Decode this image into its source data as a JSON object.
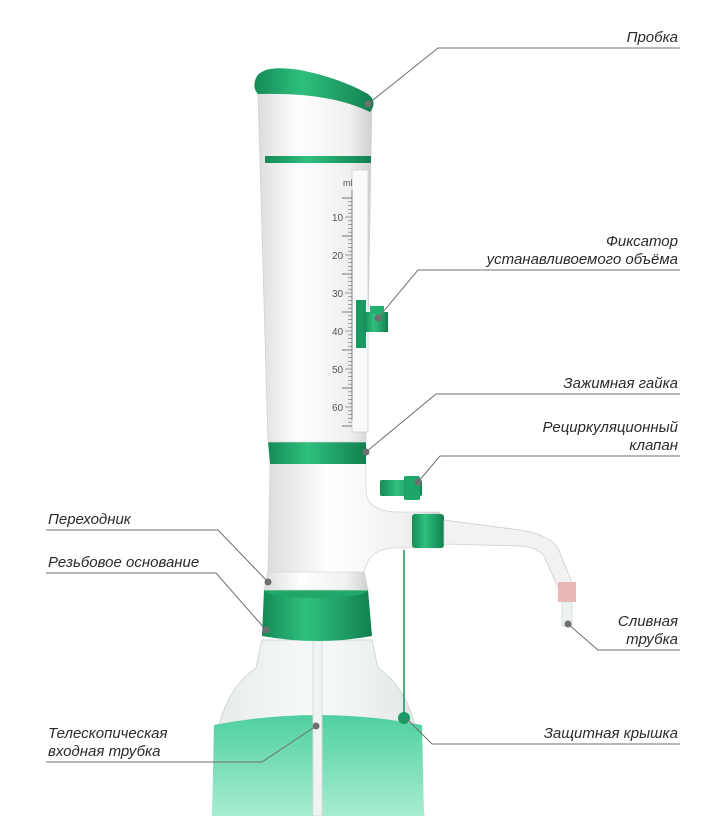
{
  "labels": {
    "probka": "Пробка",
    "fiksator_1": "Фиксатор",
    "fiksator_2": "устанавливоемого объёма",
    "gaika": "Зажимная гайка",
    "klapan_1": "Рециркуляционный",
    "klapan_2": "клапан",
    "perehodnik": "Переходник",
    "osnovanie": "Резьбовое основание",
    "slivnaya_1": "Сливная",
    "slivnaya_2": "трубка",
    "teleskop_1": "Телескопическая",
    "teleskop_2": "входная трубка",
    "kryshka": "Защитная крышка"
  },
  "scale": {
    "unit": "ml",
    "marks": [
      "10",
      "20",
      "30",
      "40",
      "50",
      "60"
    ]
  },
  "colors": {
    "accent_green": "#1fa86a",
    "liquid": "#6fd9b4",
    "body_white": "#f4f4f4"
  }
}
